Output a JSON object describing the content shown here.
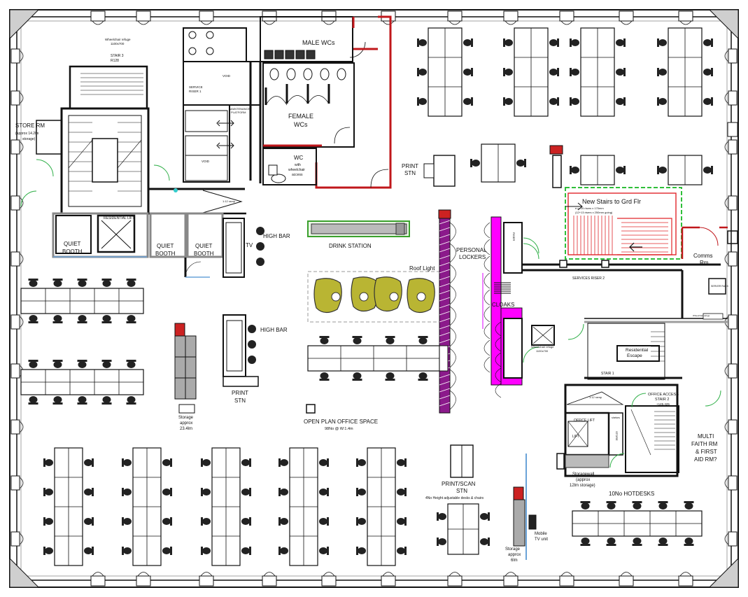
{
  "labels": {
    "wheelchair_refuge_top": "Wheelchair refuge",
    "wheelchair_refuge_top_dim": "1100x700",
    "stair3": "STAIR 3",
    "stair3_ref": "R128",
    "male_wcs": "MALE WCs",
    "void1": "VOID",
    "service_riser": "SERVICE",
    "service_riser_2": "RISER 1",
    "maintenance": "MAINTENANCE",
    "maintenance_2": "PLATFORM",
    "void2": "VOID",
    "female_wcs_1": "FEMALE",
    "female_wcs_2": "WCs",
    "wc_accessible_1": "WC",
    "wc_accessible_2": "with",
    "wc_accessible_3": "wheelchair",
    "wc_accessible_4": "access",
    "store_rm_1": "STORE RM",
    "store_rm_2": "(approx 14.2lm",
    "store_rm_3": "storage)",
    "print_stn_top_1": "PRINT",
    "print_stn_top_2": "STN",
    "new_stairs": "New Stairs to Grd Flr",
    "new_stairs_note_1": "e.g. 25 risers x 170mm",
    "new_stairs_note_2": "(12+13 risers x 250mm going)",
    "comms_rm_1": "Comms",
    "comms_rm_2": "Rm",
    "residential_lift": "RESIDENTIAL LIFT",
    "quiet_booth_1": "QUIET",
    "quiet_booth_2": "BOOTH",
    "tv": "TV",
    "high_bar_1": "HIGH BAR",
    "drink_station": "DRINK STATION",
    "personal_lockers_1": "PERSONAL",
    "personal_lockers_2": "LOCKERS",
    "riser_a": "RISER",
    "services_riser_2": "SERVICES RISER 2",
    "server_rack": "SERVER RACK",
    "roof_light": "Roof Light",
    "cloaks": "CLOAKS",
    "high_bar_2": "HIGH BAR",
    "wheelchair_refuge_mid": "Wheelchair refuge",
    "wheelchair_refuge_mid_dim": "1100x700",
    "residential_escape_1": "Residential",
    "residential_escape_2": "Escape",
    "stair1": "STAIR 1",
    "print_stn_mid_1": "PRINT",
    "print_stn_mid_2": "STN",
    "storage_left_1": "Storage",
    "storage_left_2": "approx",
    "storage_left_3": "23.4lm",
    "open_plan_1": "OPEN PLAN OFFICE SPACE",
    "open_plan_2": "98No @ W:1.4m",
    "ramp_1": "1:12 ramp",
    "ramp_2": "1:12 ramp",
    "office_access_1": "OFFICE ACCESS",
    "office_access_2": "STAIR 2",
    "office_lift": "OFFICE LIFT",
    "lift": "LIFT",
    "shelves": "shelves",
    "store_small": "STORE",
    "level": "+145.425",
    "multi_faith_1": "MULTI",
    "multi_faith_2": "FAITH RM",
    "multi_faith_3": "& FIRST",
    "multi_faith_4": "AID RM?",
    "storage_wall_1": "Storagewall",
    "storage_wall_2": "(approx",
    "storage_wall_3": "12lm storage)",
    "hotdesks": "10No HOTDESKS",
    "print_scan_1": "PRINT/SCAN",
    "print_scan_2": "STN",
    "height_adjustable": "4No Height adjustable desks & chairs",
    "mobile_tv_1": "Mobile",
    "mobile_tv_2": "TV unit",
    "storage_bottom_1": "Storage",
    "storage_bottom_2": "approx",
    "storage_bottom_3": "6lm",
    "refuge_small": "Wheelchair refuge"
  },
  "colors": {
    "wall": "#111111",
    "partition_red": "#c0171b",
    "stairs_new": "#e0262a",
    "green_boundary": "#2fbf3a",
    "lockers": "#ff00ff",
    "locker_stripe": "#8b1a8b",
    "drink_station": "#3aa02c",
    "roof_seats": "#b9b533",
    "chair": "#222222",
    "desk": "#ffffff",
    "door_arc": "#32b04a",
    "blue_line": "#6aa3d8",
    "grey_wall": "#9e9e9e"
  }
}
